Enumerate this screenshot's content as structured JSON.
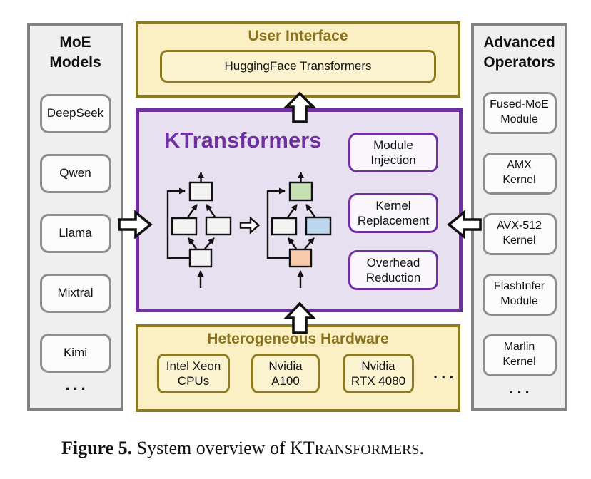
{
  "left_panel": {
    "title": "MoE\nModels",
    "items": [
      "DeepSeek",
      "Qwen",
      "Llama",
      "Mixtral",
      "Kimi"
    ],
    "ellipsis": "..."
  },
  "top_panel": {
    "title": "User Interface",
    "item": "HuggingFace Transformers"
  },
  "center_panel": {
    "title": "KTransformers",
    "features": [
      "Module\nInjection",
      "Kernel\nReplacement",
      "Overhead\nReduction"
    ]
  },
  "bottom_panel": {
    "title": "Heterogeneous Hardware",
    "items": [
      "Intel Xeon\nCPUs",
      "Nvidia\nA100",
      "Nvidia\nRTX 4080"
    ],
    "ellipsis": "..."
  },
  "right_panel": {
    "title": "Advanced\nOperators",
    "items": [
      "Fused-MoE\nModule",
      "AMX\nKernel",
      "AVX-512\nKernel",
      "FlashInfer\nModule",
      "Marlin\nKernel"
    ],
    "ellipsis": "..."
  },
  "caption": {
    "label": "Figure 5.",
    "body": " System overview of ",
    "brand_caps": "KT",
    "brand_smallcaps": "RANSFORMERS",
    "suffix": "."
  },
  "colors": {
    "gold_border": "#8d7b21",
    "gold_bg": "#faf0c4",
    "gold_text": "#8a731c",
    "purple": "#7030a0",
    "lavender_bg": "#e6e0f1",
    "gray_border": "#828282",
    "gray_bg": "#f0eff0",
    "node_plain": "#f3f3f3",
    "node_green": "#c6e0b4",
    "node_blue": "#bdd7ee",
    "node_orange": "#f8cbad"
  }
}
